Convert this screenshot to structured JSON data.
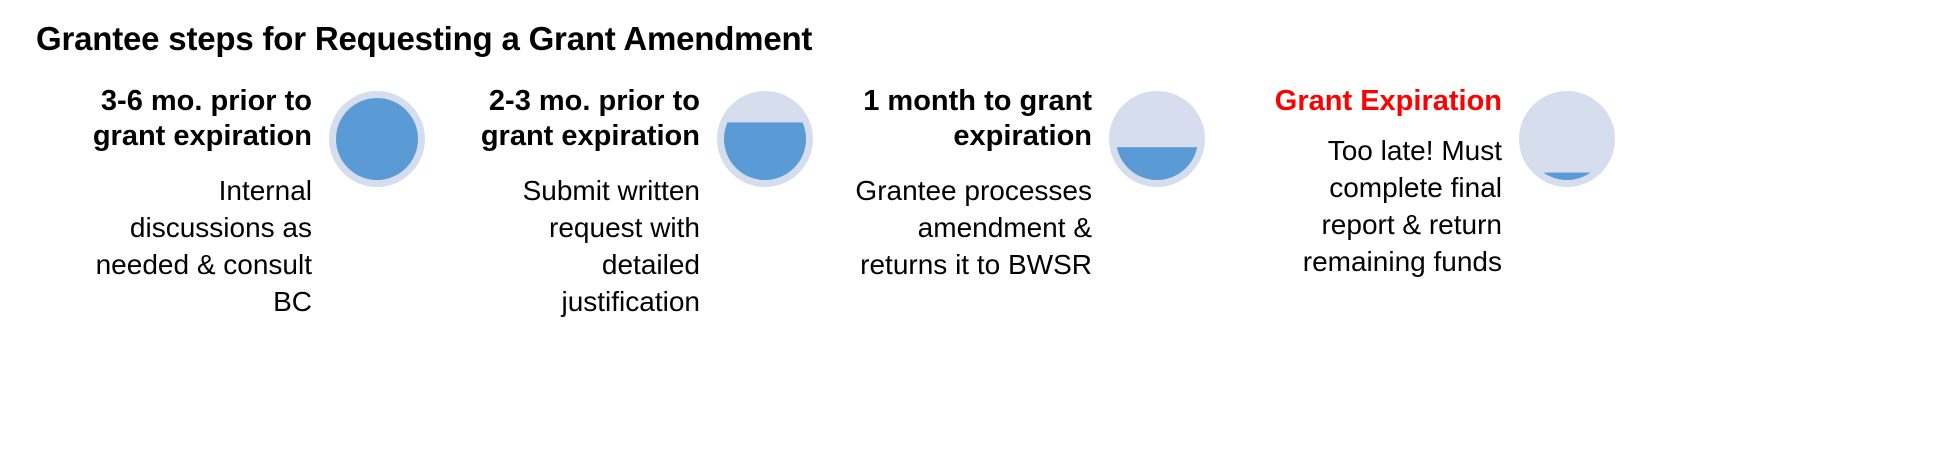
{
  "title": "Grantee steps for Requesting a Grant Amendment",
  "colors": {
    "fill": "#5B9BD5",
    "ring": "#D6DEEE",
    "text": "#000000",
    "alert": "#FF0000",
    "background": "#FFFFFF"
  },
  "steps": [
    {
      "heading": "3-6 mo. prior to\ngrant expiration",
      "heading_style": "normal",
      "body": "Internal\ndiscussions as\nneeded & consult\nBC",
      "gauge_fill_percent": 100,
      "gauge_name": "gauge-full"
    },
    {
      "heading": "2-3 mo. prior to\ngrant expiration",
      "heading_style": "normal",
      "body": "Submit written\nrequest with\ndetailed\njustification",
      "gauge_fill_percent": 70,
      "gauge_name": "gauge-three-quarters"
    },
    {
      "heading": "1 month to grant\nexpiration",
      "heading_style": "normal",
      "body": "Grantee processes\namendment &\nreturns it to BWSR",
      "gauge_fill_percent": 40,
      "gauge_name": "gauge-two-fifths"
    },
    {
      "heading": "Grant Expiration",
      "heading_style": "alert",
      "body": "Too late! Must\ncomplete final\nreport & return\nremaining funds",
      "gauge_fill_percent": 9,
      "gauge_name": "gauge-empty"
    }
  ]
}
